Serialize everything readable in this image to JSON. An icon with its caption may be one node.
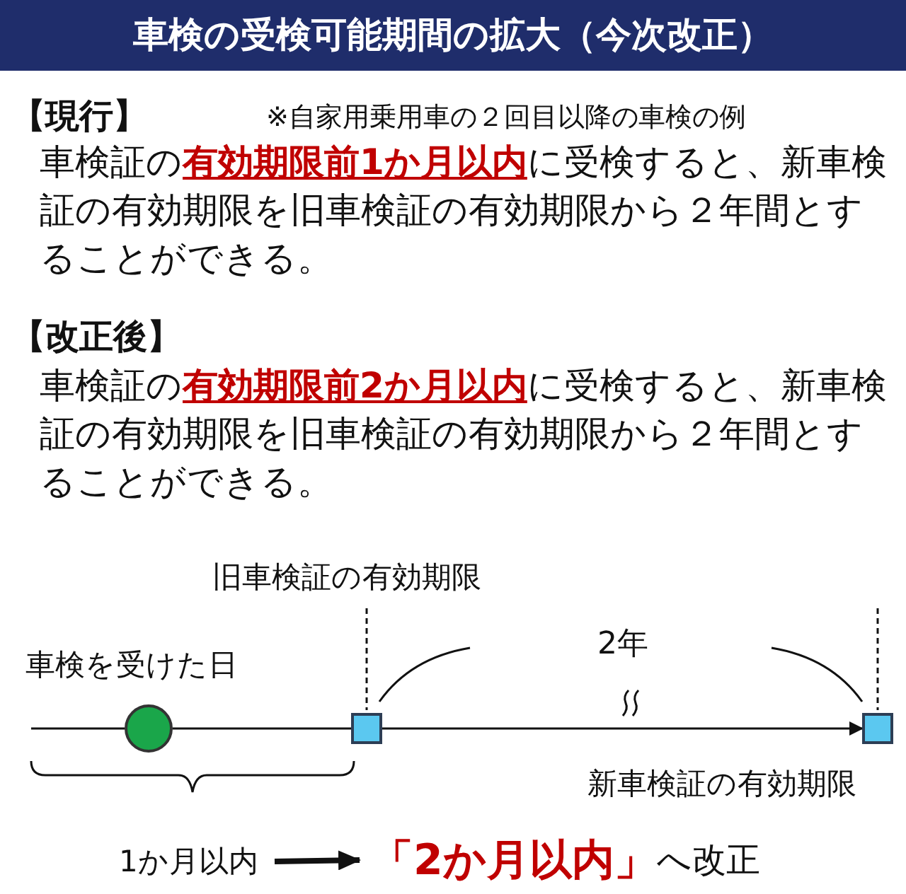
{
  "diagram": {
    "title": "車検の受検可能期間の拡大（今次改正）",
    "nodes": [
      {
        "text": [],
        "shape": "circle",
        "beside": [
          "車検を受けた日"
        ]
      },
      {
        "text": [],
        "shape": "box"
      },
      {
        "text": [],
        "shape": "box",
        "beside": [
          "新車検証の有効期限"
        ]
      },
      {
        "text": [
          "1か月以内"
        ]
      },
      {
        "text": [
          "「2か月以内」",
          "へ改正"
        ]
      }
    ],
    "edges": [
      {
        "from": null,
        "to": 0,
        "arrow": "none"
      },
      {
        "from": 0,
        "to": 1,
        "arrow": "none"
      },
      {
        "from": 1,
        "to": 2,
        "arrow": "to"
      },
      {
        "from": 3,
        "to": 4,
        "arrow": "to",
        "style": "thick"
      }
    ],
    "labels": [
      "旧車検証の有効期限",
      "【現行】",
      "※自家用乗用車の２回目以降の車検の例",
      "車検証の**有効期限前1か月以内**に受検すると、新車検証の有効期限を旧車検証の有効期限から２年間とすることができる。",
      "【改正後】",
      "車検証の**有効期限前2か月以内**に受検すると、新車検証の有効期限を旧車検証の有効期限から２年間とすることができる。",
      "2年"
    ]
  }
}
